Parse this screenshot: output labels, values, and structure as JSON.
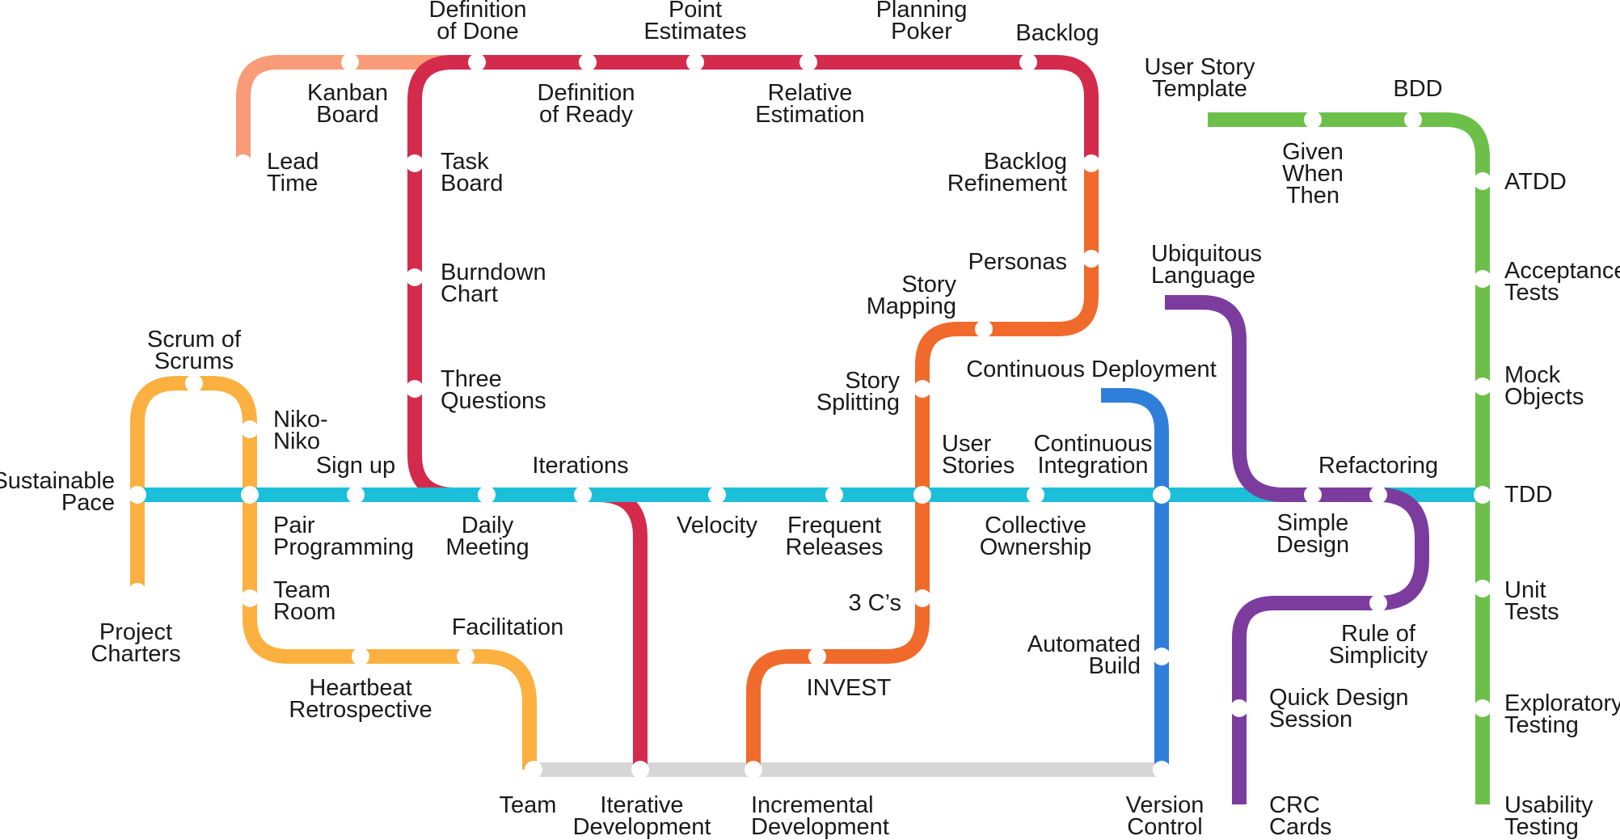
{
  "colors": {
    "kanban": "#F99B78",
    "scrum": "#D42A4C",
    "product": "#F06A2C",
    "team": "#FBB040",
    "core": "#1BBFDA",
    "devops": "#2F7FDA",
    "design": "#7B3C9E",
    "testing": "#6CC04A",
    "foundation": "#D6D6D6"
  },
  "stations": {
    "definition_of_done": "Definition|of Done",
    "point_estimates": "Point|Estimates",
    "planning_poker": "Planning|Poker",
    "backlog": "Backlog",
    "kanban_board": "Kanban|Board",
    "definition_of_ready": "Definition|of Ready",
    "relative_estimation": "Relative|Estimation",
    "lead_time": "Lead|Time",
    "task_board": "Task|Board",
    "backlog_refinement": "Backlog|Refinement",
    "burndown_chart": "Burndown|Chart",
    "personas": "Personas",
    "story_mapping": "Story|Mapping",
    "three_questions": "Three|Questions",
    "story_splitting": "Story|Splitting",
    "continuous_deployment": "Continuous Deployment",
    "scrum_of_scrums": "Scrum of|Scrums",
    "niko_niko": "Niko-|Niko",
    "sign_up": "Sign up",
    "iterations": "Iterations",
    "user_stories": "User|Stories",
    "continuous_integration": "Continuous|Integration",
    "refactoring": "Refactoring",
    "sustainable_pace": "Sustainable|Pace",
    "tdd": "TDD",
    "pair_programming": "Pair|Programming",
    "daily_meeting": "Daily|Meeting",
    "velocity": "Velocity",
    "frequent_releases": "Frequent|Releases",
    "collective_ownership": "Collective|Ownership",
    "simple_design": "Simple|Design",
    "team_room": "Team|Room",
    "three_cs": "3 C’s",
    "unit_tests": "Unit|Tests",
    "project_charters": "Project|Charters",
    "facilitation": "Facilitation",
    "rule_of_simplicity": "Rule of|Simplicity",
    "automated_build": "Automated|Build",
    "heartbeat_retrospective": "Heartbeat|Retrospective",
    "invest": "INVEST",
    "quick_design_session": "Quick Design|Session",
    "exploratory_testing": "Exploratory|Testing",
    "team": "Team",
    "iterative_development": "Iterative|Development",
    "incremental_development": "Incremental|Development",
    "version_control": "Version|Control",
    "crc_cards": "CRC|Cards",
    "usability_testing": "Usability|Testing",
    "user_story_template": "User Story|Template",
    "bdd": "BDD",
    "given_when_then": "Given|When|Then",
    "atdd": "ATDD",
    "ubiquitous_language": "Ubiquitous|Language",
    "acceptance_tests": "Acceptance|Tests",
    "mock_objects": "Mock|Objects"
  }
}
